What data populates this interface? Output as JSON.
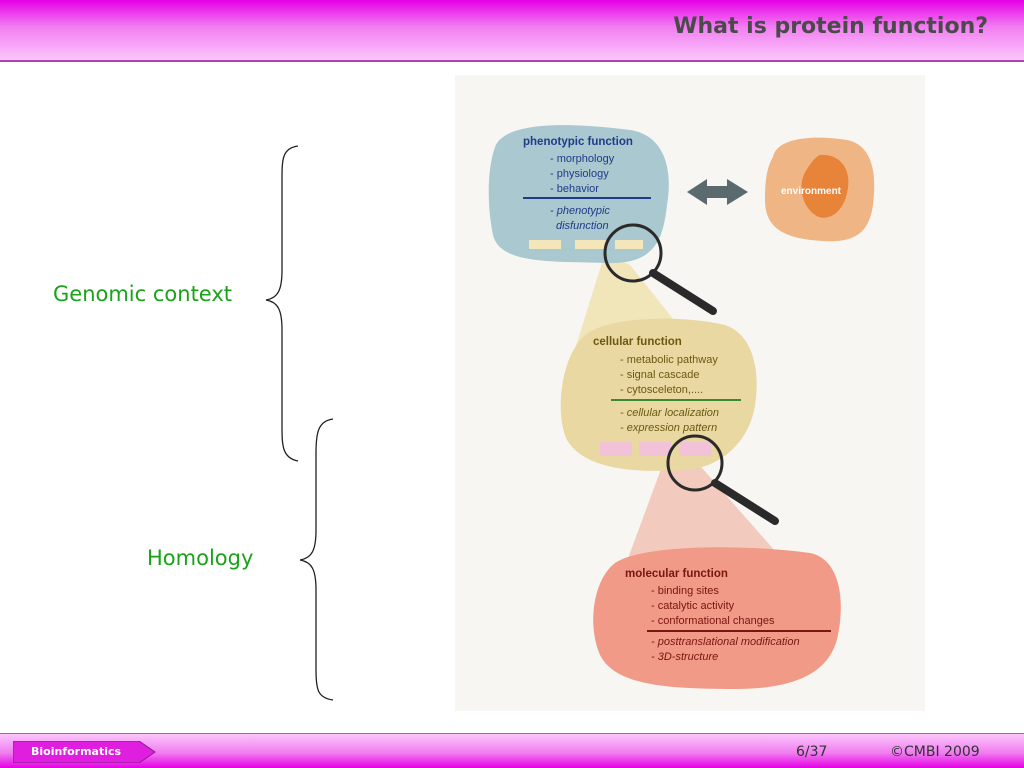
{
  "header": {
    "title": "What is protein function?"
  },
  "labels": {
    "genomic_context": "Genomic context",
    "homology": "Homology"
  },
  "diagram": {
    "phenotypic": {
      "title": "phenotypic function",
      "items": [
        "- morphology",
        "- physiology",
        "- behavior"
      ],
      "italic_line1": "- phenotypic",
      "italic_line2": "disfunction"
    },
    "environment": {
      "label": "environment"
    },
    "cellular": {
      "title": "cellular function",
      "items": [
        "- metabolic pathway",
        "- signal cascade",
        "- cytosceleton,...."
      ],
      "italic_items": [
        "- cellular localization",
        "- expression pattern"
      ]
    },
    "molecular": {
      "title": "molecular function",
      "items": [
        "- binding sites",
        "- catalytic activity",
        "- conformational changes"
      ],
      "italic_items": [
        "- posttranslational modification",
        "- 3D-structure"
      ]
    },
    "colors": {
      "phenotypic": "#a9c8cf",
      "environment": "#f0b585",
      "cellular": "#e9d8a2",
      "molecular": "#f19a88",
      "phenotypic_text": "#1f3c8a",
      "cellular_text": "#6a5a10",
      "molecular_text": "#7a1510"
    }
  },
  "footer": {
    "tab_label": "Bioinformatics",
    "page": "6/37",
    "copyright": "©CMBI 2009"
  }
}
